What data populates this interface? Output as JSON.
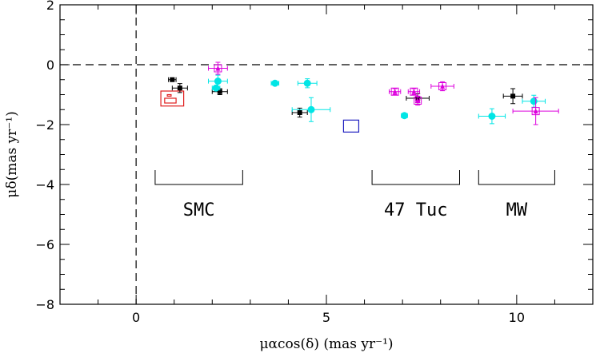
{
  "chart_data": {
    "type": "scatter",
    "xlabel": "μαcos(δ) (mas yr⁻¹)",
    "ylabel": "μδ(mas yr⁻¹)",
    "xlim": [
      -2,
      12
    ],
    "ylim": [
      -8,
      2
    ],
    "xticks": [
      0,
      5,
      10
    ],
    "yticks": [
      2,
      0,
      -2,
      -4,
      -6,
      -8
    ],
    "xtick_labels": [
      "0",
      "5",
      "10"
    ],
    "ytick_labels": [
      "2",
      "0",
      "−2",
      "−4",
      "−6",
      "−8"
    ],
    "colors": {
      "black": "#000000",
      "cyan": "#00e5e5",
      "magenta": "#dd00dd",
      "red": "#e02020",
      "blue": "#2020c0"
    },
    "reference_lines": [
      {
        "orientation": "horizontal",
        "value": 0,
        "style": "dashed"
      },
      {
        "orientation": "vertical",
        "value": 0,
        "style": "dashed"
      }
    ],
    "groups": [
      {
        "label": "SMC",
        "x_range": [
          0.5,
          2.8
        ],
        "y": -4.0
      },
      {
        "label": "47 Tuc",
        "x_range": [
          6.2,
          8.5
        ],
        "y": -4.0
      },
      {
        "label": "MW",
        "x_range": [
          9.0,
          11.0
        ],
        "y": -4.0
      }
    ],
    "series": [
      {
        "color": "black",
        "marker": "square",
        "points": [
          {
            "x": 0.95,
            "y": -0.5,
            "xerr": 0.1,
            "yerr": 0.05
          },
          {
            "x": 1.15,
            "y": -0.78,
            "xerr": 0.2,
            "yerr": 0.15
          },
          {
            "x": 2.2,
            "y": -0.9,
            "xerr": 0.2,
            "yerr": 0.1
          },
          {
            "x": 4.3,
            "y": -1.6,
            "xerr": 0.2,
            "yerr": 0.15
          },
          {
            "x": 7.4,
            "y": -1.12,
            "xerr": 0.3,
            "yerr": 0.15
          },
          {
            "x": 9.9,
            "y": -1.05,
            "xerr": 0.25,
            "yerr": 0.25
          }
        ]
      },
      {
        "color": "cyan",
        "marker": "circle",
        "points": [
          {
            "x": 2.15,
            "y": -0.55,
            "xerr": 0.25,
            "yerr": 0.2
          },
          {
            "x": 2.1,
            "y": -0.78,
            "xerr": 0.1,
            "yerr": 0.05
          },
          {
            "x": 3.65,
            "y": -0.62,
            "xerr": 0.1,
            "yerr": 0.05
          },
          {
            "x": 4.5,
            "y": -0.62,
            "xerr": 0.25,
            "yerr": 0.15
          },
          {
            "x": 4.6,
            "y": -1.5,
            "xerr": 0.5,
            "yerr": 0.4
          },
          {
            "x": 7.05,
            "y": -1.7,
            "xerr": 0.08,
            "yerr": 0.05
          },
          {
            "x": 9.35,
            "y": -1.72,
            "xerr": 0.35,
            "yerr": 0.25
          },
          {
            "x": 10.45,
            "y": -1.22,
            "xerr": 0.3,
            "yerr": 0.2
          }
        ]
      },
      {
        "color": "magenta",
        "marker": "triangle-in-square",
        "points": [
          {
            "x": 2.15,
            "y": -0.12,
            "xerr": 0.25,
            "yerr": 0.2
          },
          {
            "x": 6.8,
            "y": -0.9,
            "xerr": 0.15,
            "yerr": 0.1
          },
          {
            "x": 7.3,
            "y": -0.9,
            "xerr": 0.15,
            "yerr": 0.1
          },
          {
            "x": 7.4,
            "y": -1.2,
            "xerr": 0.05,
            "yerr": 0.15
          },
          {
            "x": 8.05,
            "y": -0.72,
            "xerr": 0.3,
            "yerr": 0.15
          },
          {
            "x": 10.5,
            "y": -1.55,
            "xerr": 0.6,
            "yerr": 0.45
          }
        ]
      }
    ],
    "boxes": [
      {
        "color": "red",
        "x_range": [
          0.65,
          1.25
        ],
        "y_range": [
          -1.38,
          -0.88
        ]
      },
      {
        "color": "red",
        "x_range": [
          0.75,
          1.05
        ],
        "y_range": [
          -1.28,
          -1.12
        ]
      },
      {
        "color": "red",
        "x_range": [
          0.82,
          0.92
        ],
        "y_range": [
          -1.05,
          -1.0
        ]
      },
      {
        "color": "blue",
        "x_range": [
          5.45,
          5.85
        ],
        "y_range": [
          -2.25,
          -1.85
        ]
      }
    ]
  }
}
